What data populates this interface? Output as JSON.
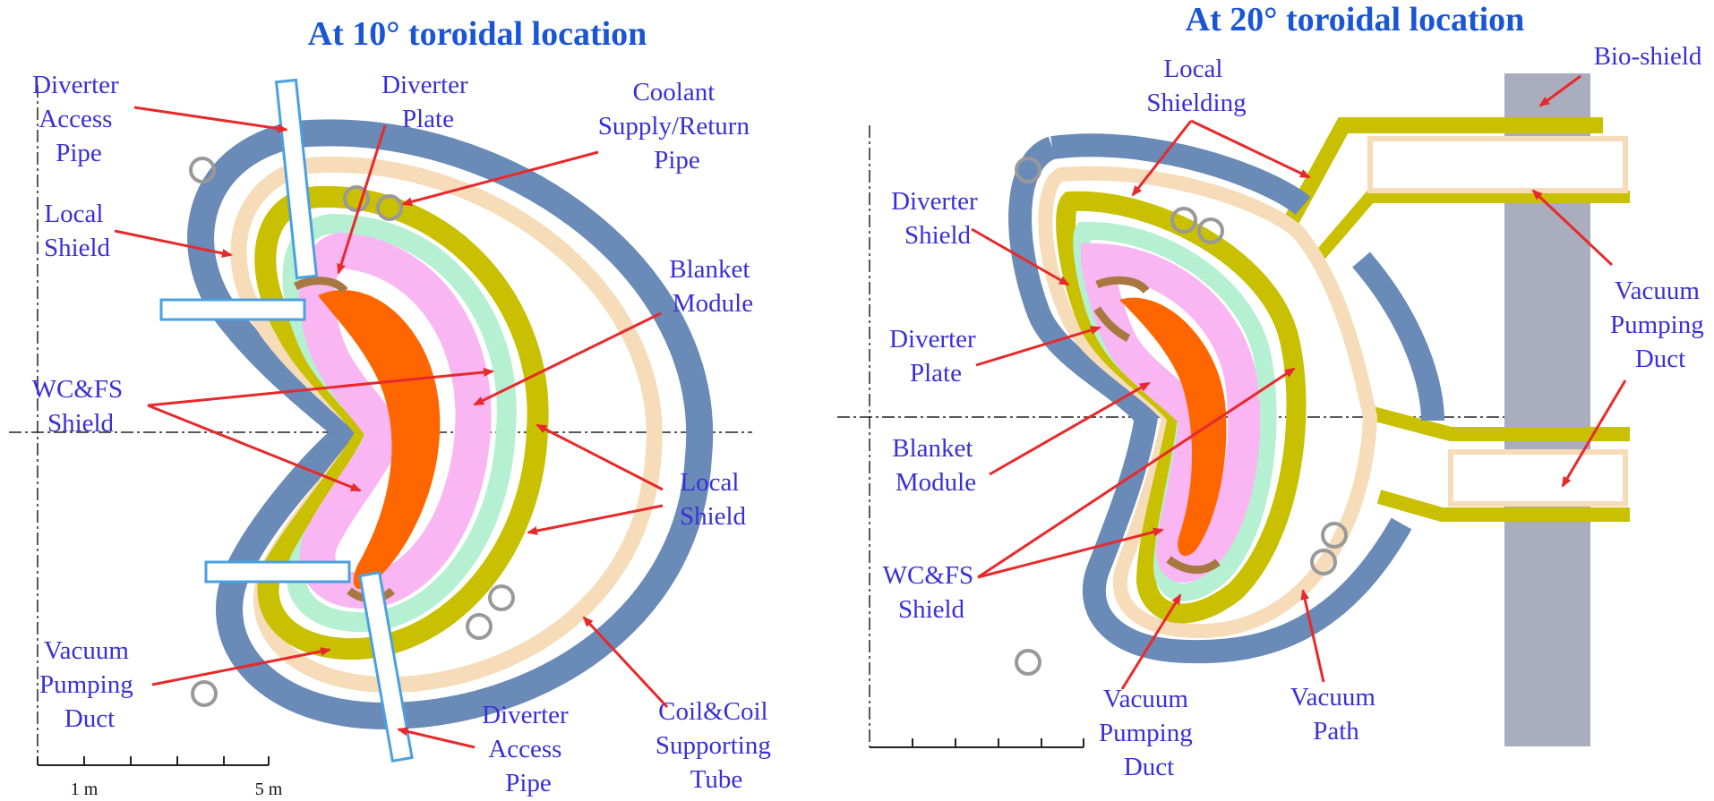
{
  "left_panel": {
    "title": "At 10° toroidal location",
    "labels": {
      "diverter_access_pipe_top": [
        "Diverter",
        "Access",
        "Pipe"
      ],
      "diverter_plate": [
        "Diverter",
        "Plate"
      ],
      "coolant_pipe": [
        "Coolant",
        "Supply/Return",
        "Pipe"
      ],
      "local_shield_top": [
        "Local",
        "Shield"
      ],
      "blanket_module": [
        "Blanket",
        "Module"
      ],
      "wcfs_shield": [
        "WC&FS",
        "Shield"
      ],
      "local_shield_right": [
        "Local",
        "Shield"
      ],
      "vacuum_pumping_duct": [
        "Vacuum",
        "Pumping",
        "Duct"
      ],
      "diverter_access_pipe_bottom": [
        "Diverter",
        "Access",
        "Pipe"
      ],
      "coil_tube": [
        "Coil&Coil",
        "Supporting",
        "Tube"
      ]
    },
    "scale": {
      "tick1": "1 m",
      "tick2": "5 m"
    }
  },
  "right_panel": {
    "title": "At 20° toroidal location",
    "labels": {
      "local_shielding": [
        "Local",
        "Shielding"
      ],
      "bio_shield": [
        "Bio-shield"
      ],
      "diverter_shield": [
        "Diverter",
        "Shield"
      ],
      "diverter_plate": [
        "Diverter",
        "Plate"
      ],
      "vacuum_pumping_duct_right": [
        "Vacuum",
        "Pumping",
        "Duct"
      ],
      "blanket_module": [
        "Blanket",
        "Module"
      ],
      "wcfs_shield": [
        "WC&FS",
        "Shield"
      ],
      "vacuum_pumping_duct_bottom": [
        "Vacuum",
        "Pumping",
        "Duct"
      ],
      "vacuum_path": [
        "Vacuum",
        "Path"
      ]
    }
  },
  "colors": {
    "title": "#1a55d4",
    "label": "#3a2fd6",
    "arrow": "#e8292b",
    "coil_tube": "#6a8ab8",
    "vacuum_vessel": "#f6dcb8",
    "local_shield": "#c8c000",
    "wcfs_shield_green": "#b5f0d2",
    "blanket": "#f9b6f2",
    "plasma": "#ff6600",
    "diverter_plate": "#a87840",
    "bio_shield": "#a9adbd"
  }
}
